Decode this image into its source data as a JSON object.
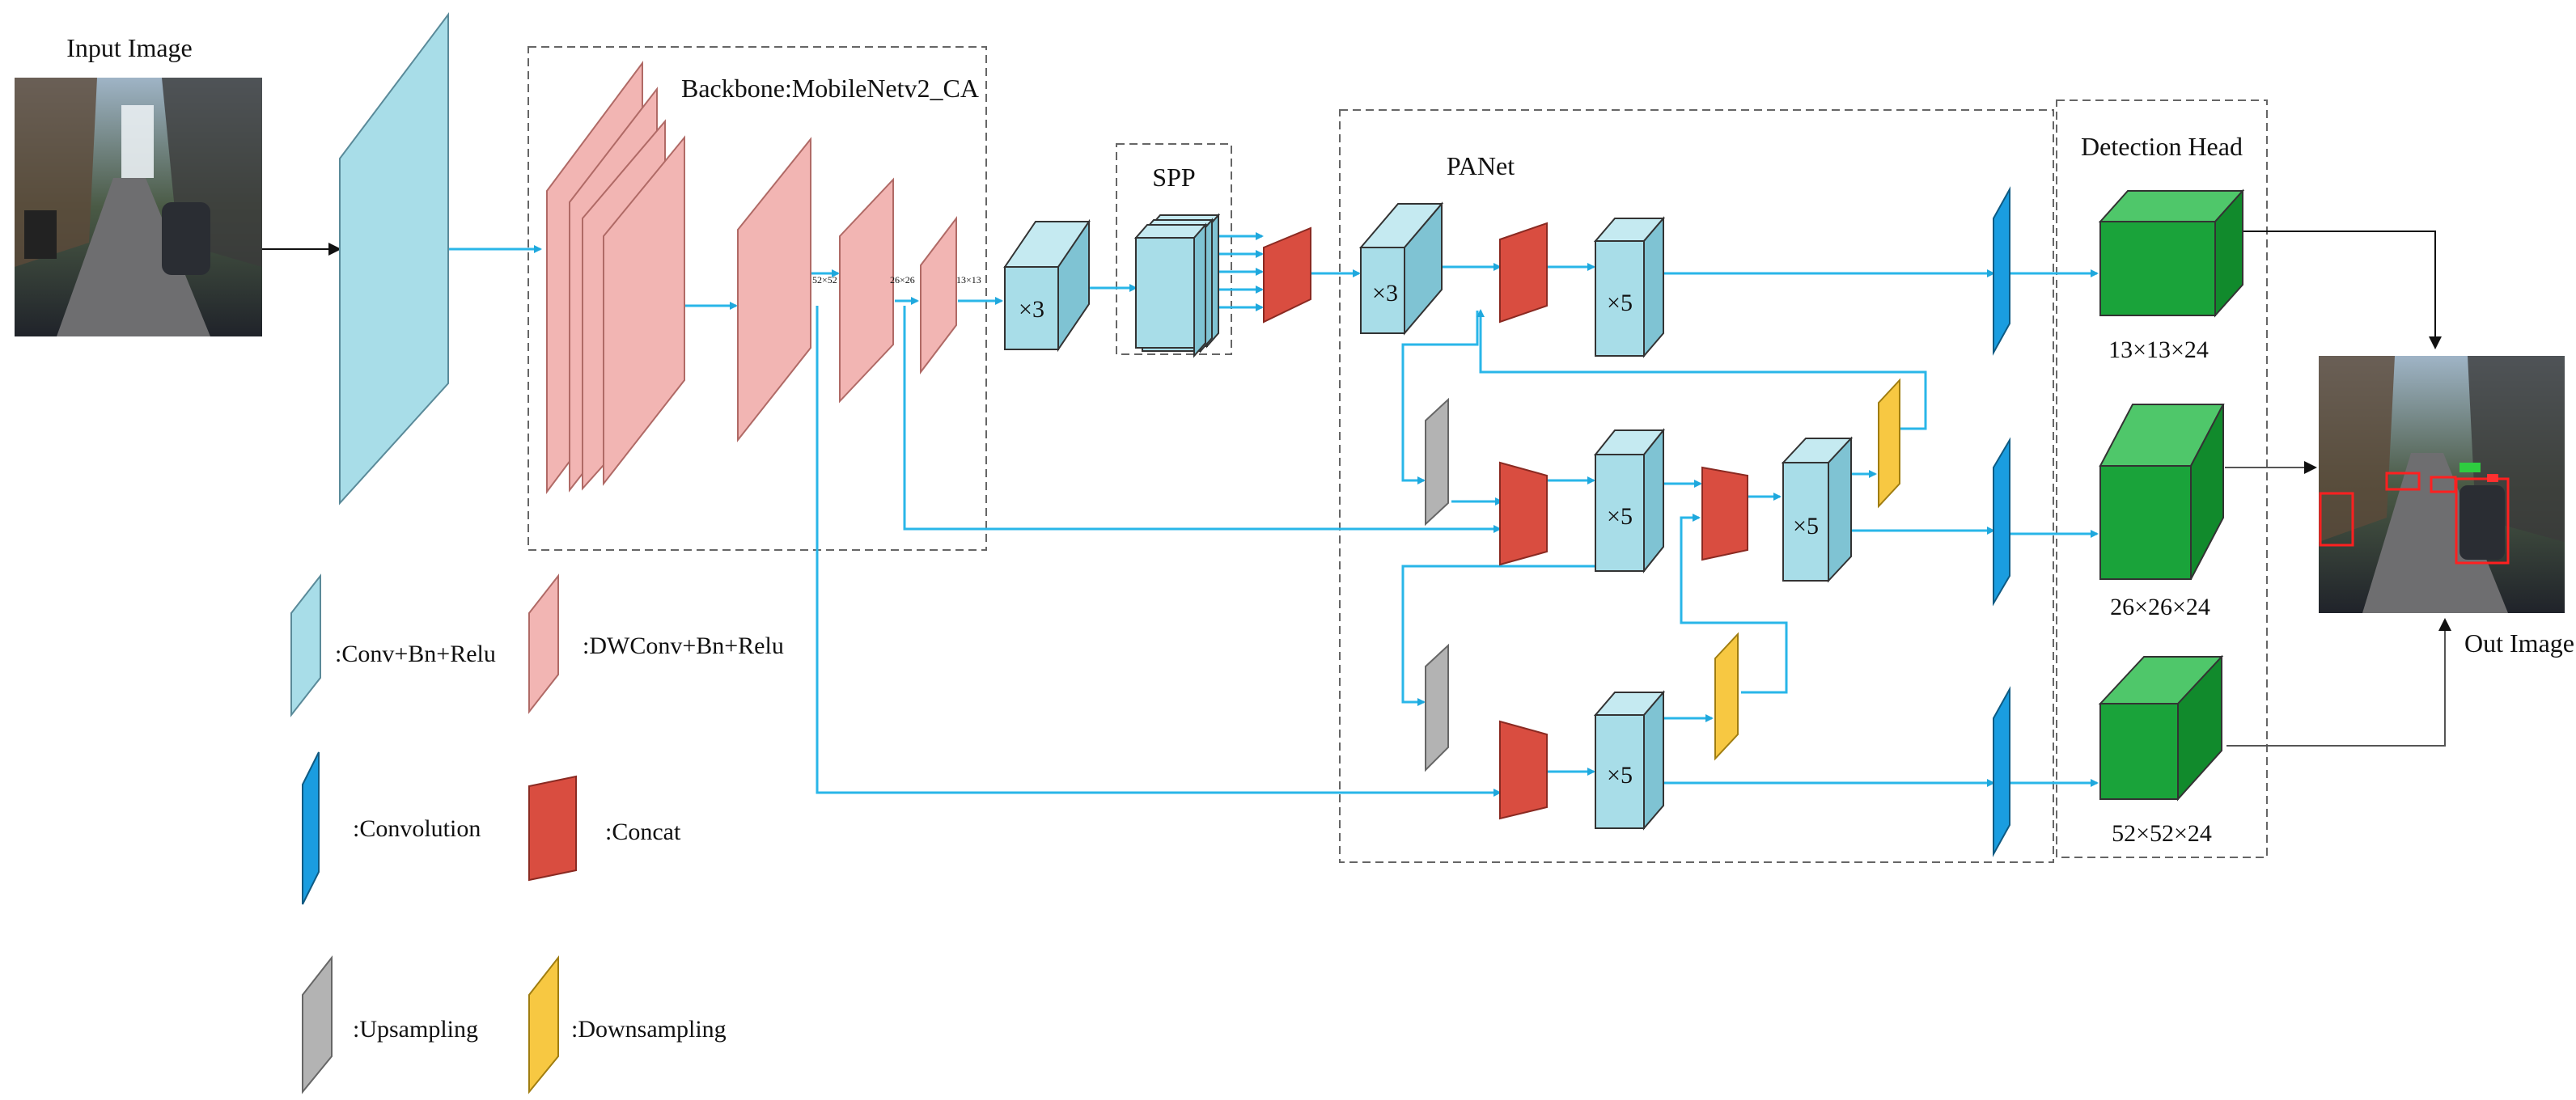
{
  "labels": {
    "input_image": "Input Image",
    "out_image": "Out Image",
    "backbone": "Backbone:MobileNetv2_CA",
    "spp": "SPP",
    "panet": "PANet",
    "detection_head": "Detection Head",
    "feat_52": "52×52",
    "feat_26": "26×26",
    "feat_13": "13×13",
    "mult_x3": "×3",
    "mult_x5": "×5",
    "out_13": "13×13×24",
    "out_26": "26×26×24",
    "out_52": "52×52×24"
  },
  "legend": {
    "conv_bn_relu": ":Conv+Bn+Relu",
    "dwconv_bn_relu": ":DWConv+Bn+Relu",
    "convolution": ":Convolution",
    "concat": ":Concat",
    "upsampling": ":Upsampling",
    "downsampling": ":Downsampling"
  },
  "colors": {
    "conv": "#a8dde8",
    "dwconv": "#f2b5b3",
    "convolution": "#1a9de0",
    "concat": "#d94d40",
    "upsampling": "#b3b3b3",
    "downsampling": "#f7c842",
    "head": "#1aa33a",
    "arrow": "#29b6e8"
  }
}
